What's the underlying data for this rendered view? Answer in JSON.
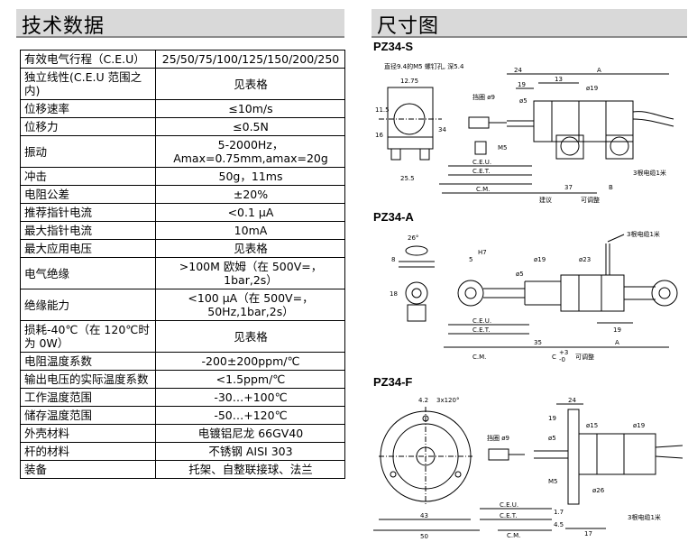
{
  "left_title": "技术数据",
  "right_title": "尺寸图",
  "specs": [
    {
      "k": "有效电气行程（C.E.U）",
      "v": "25/50/75/100/125/150/200/250"
    },
    {
      "k": "独立线性(C.E.U 范围之内)",
      "v": "见表格"
    },
    {
      "k": "位移速率",
      "v": "≤10m/s"
    },
    {
      "k": "位移力",
      "v": "≤0.5N"
    },
    {
      "k": "振动",
      "v": "5-2000Hz，Amax=0.75mm,amax=20g"
    },
    {
      "k": "冲击",
      "v": "50g，11ms"
    },
    {
      "k": "电阻公差",
      "v": "±20%"
    },
    {
      "k": "推荐指针电流",
      "v": "<0.1 μA"
    },
    {
      "k": "最大指针电流",
      "v": "10mA"
    },
    {
      "k": "最大应用电压",
      "v": "见表格"
    },
    {
      "k": "电气绝缘",
      "v": ">100M 欧姆（在 500V=，1bar,2s）"
    },
    {
      "k": "绝缘能力",
      "v": "<100 μA（在 500V=，50Hz,1bar,2s）"
    },
    {
      "k": "损耗-40℃（在 120℃时为 0W）",
      "v": "见表格"
    },
    {
      "k": "电阻温度系数",
      "v": "-200±200ppm/℃"
    },
    {
      "k": "输出电压的实际温度系数",
      "v": "<1.5ppm/℃"
    },
    {
      "k": "工作温度范围",
      "v": "-30…+100℃"
    },
    {
      "k": "储存温度范围",
      "v": "-50…+120℃"
    },
    {
      "k": "外壳材料",
      "v": "电镀铝尼龙 66GV40"
    },
    {
      "k": "杆的材料",
      "v": "不锈钢 AISI 303"
    },
    {
      "k": "装备",
      "v": "托架、自整联接球、法兰"
    }
  ],
  "drawings": {
    "s": {
      "label": "PZ34-S",
      "dims": [
        "24",
        "A",
        "19",
        "13",
        "ø19",
        "ø5",
        "12.75",
        "11.5",
        "16",
        "34",
        "25.5",
        "37",
        "B",
        "C.E.U.",
        "C.E.T.",
        "C.M.",
        "M5",
        "挡圈 ø9",
        "3根电缆1米",
        "建议",
        "可调整",
        "直径9.4的M5 螺钉孔, 深5.4"
      ]
    },
    "a": {
      "label": "PZ34-A",
      "dims": [
        "26°",
        "8",
        "18",
        "5",
        "H7",
        "ø19",
        "ø23",
        "ø5",
        "19",
        "35",
        "A",
        "C",
        "+3",
        "-0",
        "C.E.U.",
        "C.E.T.",
        "C.M.",
        "3根电缆1米",
        "可调整"
      ]
    },
    "f": {
      "label": "PZ34-F",
      "dims": [
        "4.2",
        "3x120°",
        "24",
        "19",
        "ø15",
        "ø19",
        "ø5",
        "ø26",
        "M5",
        "1.7",
        "4.5",
        "17",
        "43",
        "50",
        "C.E.U.",
        "C.E.T.",
        "C.M.",
        "挡圈 ø9",
        "3根电缆1米"
      ]
    }
  }
}
